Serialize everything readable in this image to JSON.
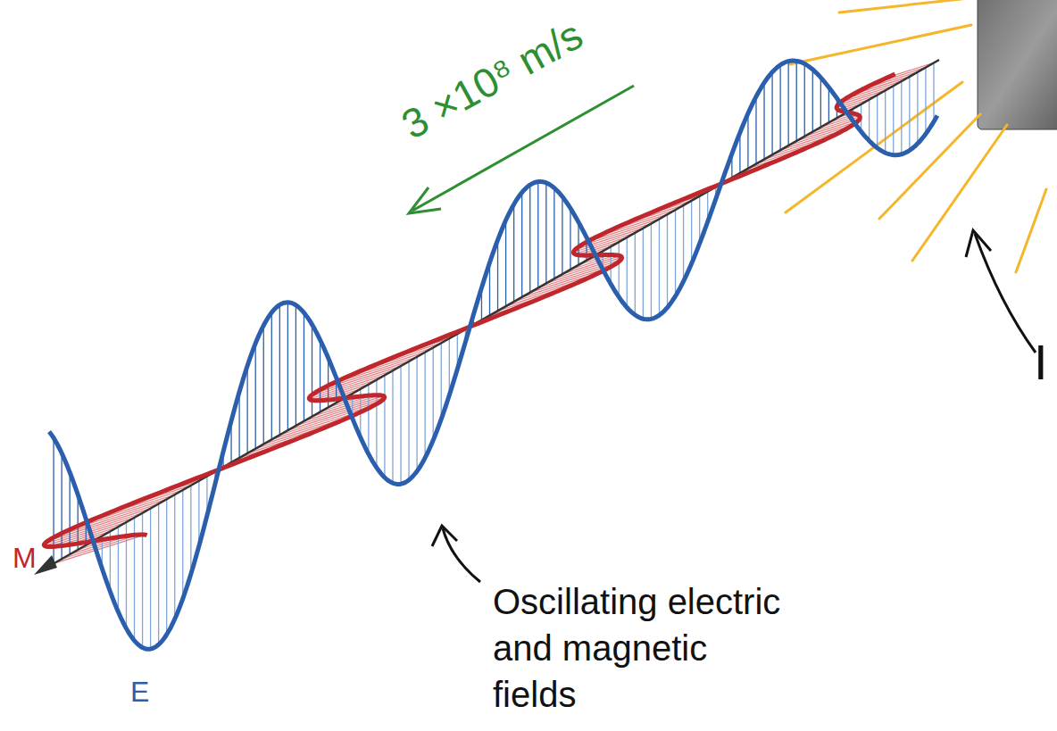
{
  "diagram": {
    "labels": [
      "3 ×10⁸ m/s",
      "Oscillating electric and magnetic fields",
      "M",
      "E",
      "I"
    ]
  }
}
